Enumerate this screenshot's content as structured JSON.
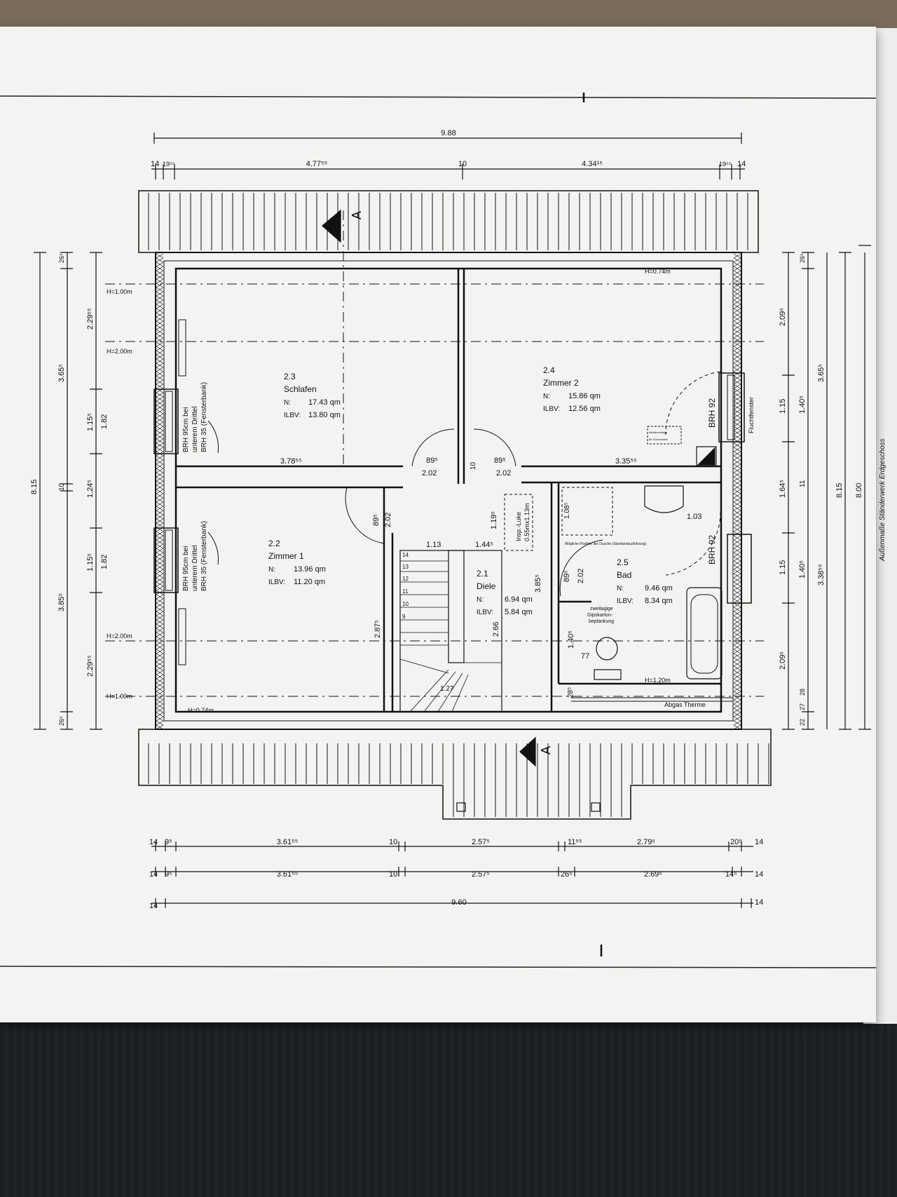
{
  "overall": {
    "top_total": "9.88",
    "bottom_total": "9.60",
    "left_total": "8.15",
    "right_total_a": "8.15",
    "right_total_b": "8.00"
  },
  "top_dims": [
    "14",
    "19⁵⁵",
    "4.77⁵⁵",
    "10",
    "4.34¹⁵",
    "19⁵⁵",
    "14"
  ],
  "bottom_dims_1": [
    "14",
    "9⁵",
    "3.61⁵⁵",
    "10",
    "2.57⁵",
    "11⁵⁵",
    "2.79⁵",
    "20⁵",
    "14"
  ],
  "bottom_dims_2": [
    "14",
    "9⁵",
    "3.61⁵⁵",
    "10",
    "2.57⁵",
    "26⁵",
    "2.69⁵",
    "14⁵",
    "14"
  ],
  "bottom_dims_3": [
    "14",
    "9.60",
    "14"
  ],
  "left_dims_a": [
    "26⁵",
    "2.29⁵⁵",
    "1.15⁵",
    "1.24⁵",
    "1.15⁵",
    "2.29⁵⁵",
    "26⁵"
  ],
  "left_dims_b": [
    "3.65⁵",
    "10",
    "3.85⁵"
  ],
  "left_dims_c": [
    "1.82",
    "1.82"
  ],
  "right_dims_a": [
    "26⁵",
    "2.09⁵",
    "1.15",
    "1.64⁵",
    "1.15",
    "2.09⁵",
    "22",
    "27",
    "28"
  ],
  "right_dims_b": [
    "1.40⁵",
    "11",
    "1.40⁵"
  ],
  "right_dims_c": [
    "3.65⁵",
    "3.38⁵⁵"
  ],
  "heights": {
    "h100_top": "H=1.00m",
    "h200_top": "H=2.00m",
    "h200_bot": "H=2.00m",
    "h100_bot": "H=1.00m",
    "h074_top": "H=0.74m",
    "h074_bot": "H=0.74m",
    "h120": "H=1.20m"
  },
  "rooms": [
    {
      "num": "2.3",
      "name": "Schlafen",
      "n_label": "N:",
      "n_val": "17.43 qm",
      "ilbv_label": "ILBV:",
      "ilbv_val": "13.80 qm"
    },
    {
      "num": "2.4",
      "name": "Zimmer 2",
      "n_label": "N:",
      "n_val": "15.86 qm",
      "ilbv_label": "ILBV:",
      "ilbv_val": "12.56 qm"
    },
    {
      "num": "2.2",
      "name": "Zimmer 1",
      "n_label": "N:",
      "n_val": "13.96 qm",
      "ilbv_label": "ILBV:",
      "ilbv_val": "11.20 qm"
    },
    {
      "num": "2.1",
      "name": "Diele",
      "n_label": "N:",
      "n_val": "6.94 qm",
      "ilbv_label": "ILBV:",
      "ilbv_val": "5.84 qm"
    },
    {
      "num": "2.5",
      "name": "Bad",
      "n_label": "N:",
      "n_val": "9.46 qm",
      "ilbv_label": "ILBV:",
      "ilbv_val": "8.34 qm"
    }
  ],
  "window_notes": {
    "brh1": "BRH 95cm bei",
    "brh2": "unterem Drittel",
    "brh3": "BRH 35 (Fensterbank)",
    "brh92": "BRH 92",
    "flucht": "Fluchtfenster"
  },
  "interior_dims": {
    "d378": "3.78⁵⁵",
    "d335": "3.35⁵⁵",
    "d89a": "89⁵",
    "d202a": "2.02",
    "d89b": "89⁵",
    "d202b": "2.02",
    "d89c": "89⁵",
    "d202c": "2.02",
    "d113": "1.13",
    "d144": "1.44⁵",
    "d119": "1.19⁵",
    "d287": "2.87⁵",
    "d266": "2.66",
    "d385": "3.85⁵",
    "d89d": "89⁵",
    "d202d": "2.02",
    "d103": "1.03",
    "d108": "1.08⁵",
    "d140": "1.40⁵",
    "d77": "77",
    "d28": "28⁵",
    "d127": "1.27",
    "d10": "10"
  },
  "luke": {
    "l1": "Insp.-Luke",
    "l2": "0.55mx1.13m"
  },
  "bath_notes": {
    "dusche": "Mögliche Position der Dusche (Standardausführung)",
    "gips1": "zweilagige",
    "gips2": "Gipskarton-",
    "gips3": "beplankung",
    "therme": "Abgas Therme",
    "lueft1": "Abluftventilator",
    "lueft2": "für Schornstein"
  },
  "section": {
    "a_top": "A",
    "a_bot": "A"
  },
  "stair_nums": [
    "14",
    "13",
    "12",
    "11",
    "10",
    "9"
  ],
  "side_title": "Außenmaße Ständerwerk Erdgeschoss"
}
